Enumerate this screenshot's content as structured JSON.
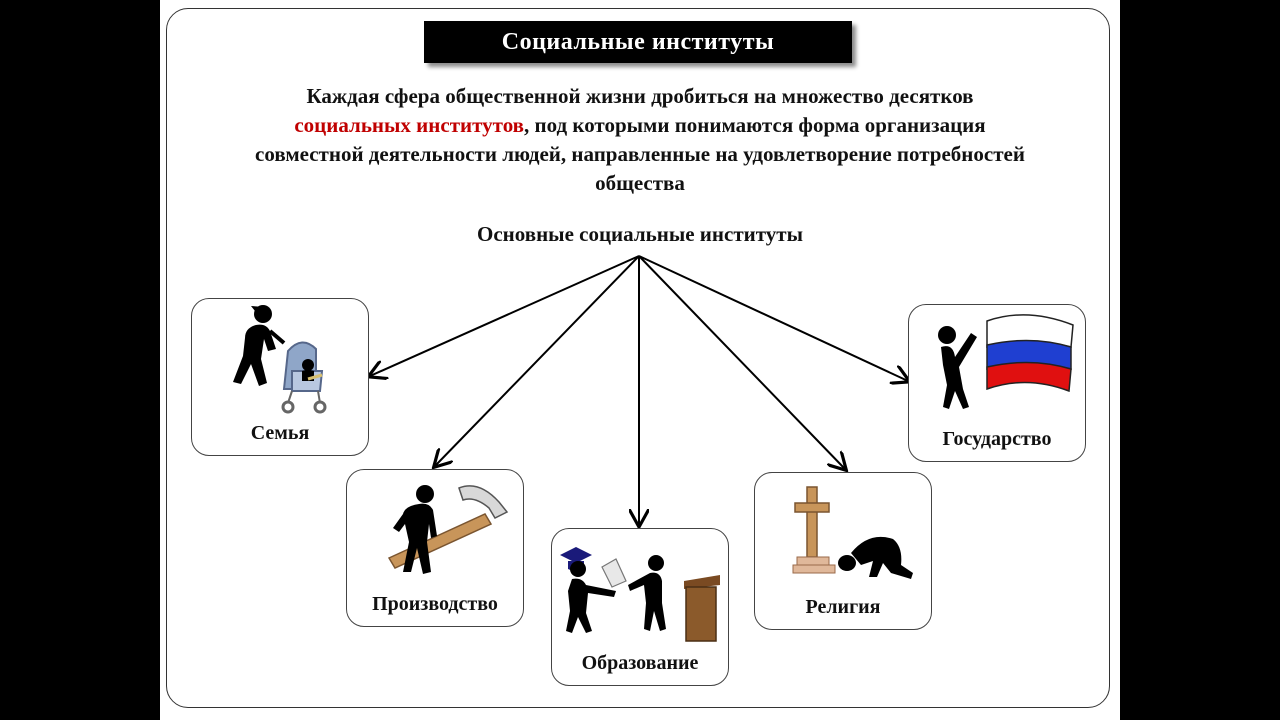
{
  "slide": {
    "title": "Социальные институты",
    "intro": {
      "line1": "Каждая сфера общественной жизни дробиться на множество десятков",
      "highlight": "социальных институтов",
      "line2_rest": ", под которыми понимаются форма организация",
      "line3": "совместной деятельности людей, направленные на удовлетворение потребностей",
      "line4": "общества"
    },
    "center_label": "Основные социальные институты",
    "institutions": [
      {
        "id": "family",
        "label": "Семья",
        "icon": "parent-with-stroller-icon"
      },
      {
        "id": "production",
        "label": "Производство",
        "icon": "worker-with-hammer-icon"
      },
      {
        "id": "education",
        "label": "Образование",
        "icon": "graduate-and-teacher-icon"
      },
      {
        "id": "religion",
        "label": "Религия",
        "icon": "praying-at-cross-icon"
      },
      {
        "id": "state",
        "label": "Государство",
        "icon": "person-with-russian-flag-icon"
      }
    ],
    "colors": {
      "highlight": "#c00000",
      "title_bg": "#000000",
      "flag_white": "#ffffff",
      "flag_blue": "#1f3fd1",
      "flag_red": "#e01010",
      "wood": "#c8955a"
    }
  }
}
